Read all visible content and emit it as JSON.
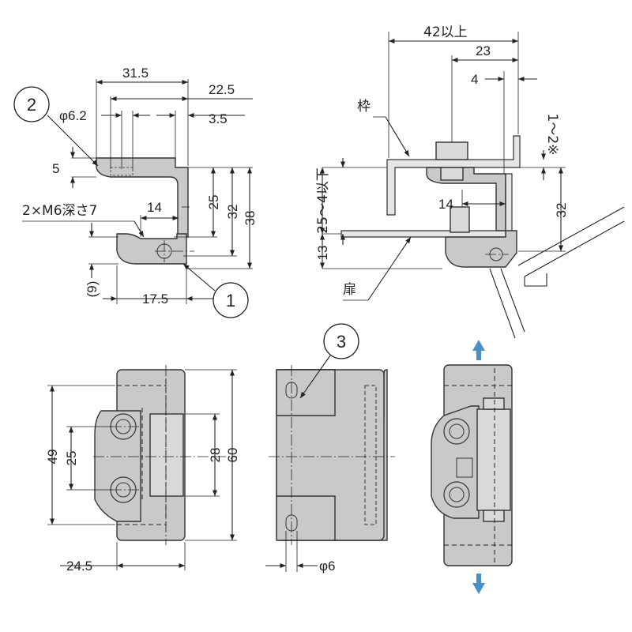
{
  "colors": {
    "part": "#c9c9c9",
    "line": "#222222",
    "arrow": "#4a90c8"
  },
  "callouts": {
    "c1": "1",
    "c2": "2",
    "c3": "3"
  },
  "side_view": {
    "d_31_5": "31.5",
    "d_22_5": "22.5",
    "d_phi62": "φ6.2",
    "d_3_5": "3.5",
    "d_5": "5",
    "d_m6": "2×M6深さ7",
    "d_14": "14",
    "d_25": "25",
    "d_32": "32",
    "d_38": "38",
    "d_9": "(9)",
    "d_17_5": "17.5"
  },
  "install_view": {
    "d_42": "42以上",
    "d_23": "23",
    "d_4": "4",
    "d_1_2": "1～2※",
    "frame_label": "枠",
    "door_label": "扉",
    "d_25_4": "25～4以下",
    "d_14": "14",
    "d_13": "13",
    "d_32": "32"
  },
  "front_view": {
    "d_49": "49",
    "d_25": "25",
    "d_28": "28",
    "d_60": "60",
    "d_24_5": "24.5"
  },
  "back_view": {
    "d_phi6": "φ6"
  }
}
